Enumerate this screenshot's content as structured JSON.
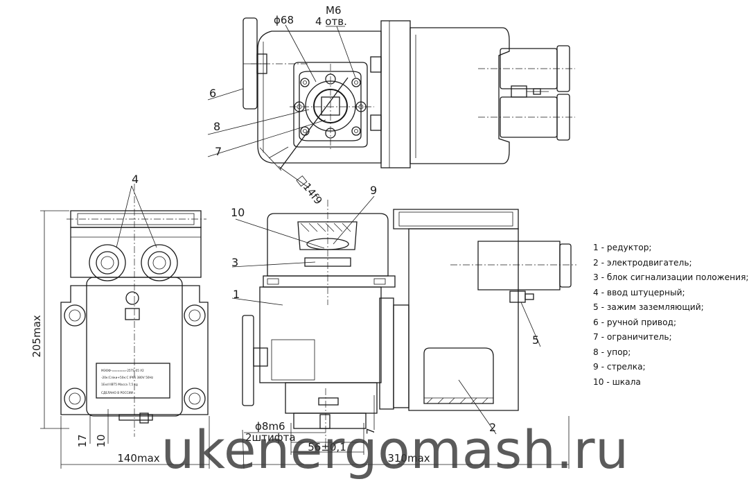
{
  "drawing": {
    "dimensions": {
      "height_max": "205max",
      "width_max": "140max",
      "length_max": "310max",
      "dim_17": "17",
      "dim_10": "10",
      "dim_7": "7",
      "shaft": "ϕ8m6",
      "pins": "2штифта",
      "pin_spacing": "56±0,1",
      "flange_dia": "ϕ68",
      "thread": "M6",
      "holes": "4 отв.",
      "square": "□14f9"
    },
    "callouts": [
      "1",
      "2",
      "3",
      "4",
      "5",
      "6",
      "7",
      "8",
      "9",
      "10"
    ],
    "plate_lines": [
      "МЭОФ-▭▭▭▭▭-25ТS-05 У2",
      "-20к:Сліки+50к:С  IP65  380V 50Hz",
      "1Exd IIBT5        Масса 7,5 kg",
      "СДЕЛАНО В РОССИИ"
    ]
  },
  "legend": [
    "1 - редуктор;",
    "2 - электродвигатель;",
    "3 - блок сигнализации положения;",
    "4 - ввод штуцерный;",
    "5 - зажим заземляющий;",
    "6 - ручной привод;",
    "7 - ограничитель;",
    "8 - упор;",
    "9 - стрелка;",
    "10 - шкала"
  ],
  "watermark": "ukenergomash.ru"
}
